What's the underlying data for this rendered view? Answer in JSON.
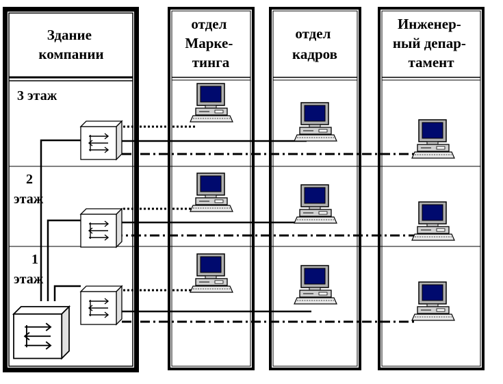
{
  "columns": [
    {
      "id": "building",
      "lines": [
        "Здание",
        "компании"
      ]
    },
    {
      "id": "marketing",
      "lines": [
        "отдел",
        "Марке-",
        "тинга"
      ]
    },
    {
      "id": "hr",
      "lines": [
        "отдел",
        "кадров"
      ]
    },
    {
      "id": "engineering",
      "lines": [
        "Инженер-",
        "ный депар-",
        "тамент"
      ]
    }
  ],
  "floors": [
    {
      "id": "floor-3",
      "lines": [
        "3 этаж"
      ]
    },
    {
      "id": "floor-2",
      "lines": [
        "2",
        "этаж"
      ]
    },
    {
      "id": "floor-1",
      "lines": [
        "1",
        "этаж"
      ]
    }
  ]
}
